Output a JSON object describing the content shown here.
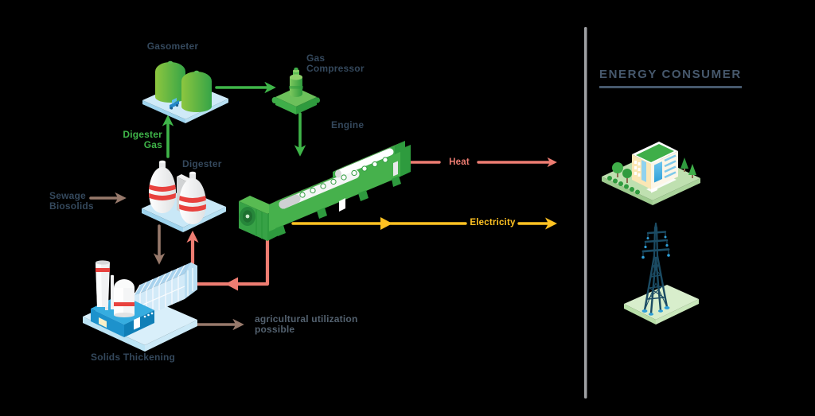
{
  "background": "#000000",
  "colors": {
    "navy": "#34485C",
    "title_navy": "#46586C",
    "green": "#3FB549",
    "brown": "#97796B",
    "salmon": "#EE7D72",
    "yellow": "#FFC222",
    "gray": "#9EA0A3",
    "note": "#53616F"
  },
  "nodes": {
    "gasometer": {
      "label": "Gasometer"
    },
    "gas_compressor": {
      "label": "Gas Compressor"
    },
    "engine": {
      "label": "Engine"
    },
    "digester": {
      "label": "Digester"
    },
    "solids_thickening": {
      "label": "Solids Thickening"
    }
  },
  "inputs": {
    "sewage_biosolids": "Sewage Biosolids"
  },
  "flows": {
    "digester_gas": {
      "label": "Digester Gas",
      "color": "green"
    },
    "heat": {
      "label": "Heat",
      "color": "salmon"
    },
    "electricity": {
      "label": "Electricity",
      "color": "yellow"
    },
    "agricultural": {
      "label": "agricultural utilization possible",
      "color": "note"
    }
  },
  "connections": [
    {
      "from": "Sewage Biosolids",
      "to": "Digester",
      "color": "brown"
    },
    {
      "from": "Digester",
      "to": "Gasometer",
      "label": "Digester Gas",
      "color": "green"
    },
    {
      "from": "Gasometer",
      "to": "Gas Compressor",
      "color": "green"
    },
    {
      "from": "Gas Compressor",
      "to": "Engine",
      "color": "green"
    },
    {
      "from": "Digester",
      "to": "Solids Thickening",
      "color": "brown"
    },
    {
      "from": "Solids Thickening",
      "to": "agricultural utilization possible",
      "color": "brown"
    },
    {
      "from": "Engine",
      "to": "Digester",
      "color": "salmon"
    },
    {
      "from": "Engine",
      "to": "Energy Consumer",
      "label": "Heat",
      "color": "salmon"
    },
    {
      "from": "Engine",
      "to": "Energy Consumer",
      "label": "Electricity",
      "color": "yellow"
    }
  ],
  "consumer": {
    "heading": "ENERGY CONSUMER",
    "icons": [
      "office-building",
      "transmission-tower"
    ]
  }
}
